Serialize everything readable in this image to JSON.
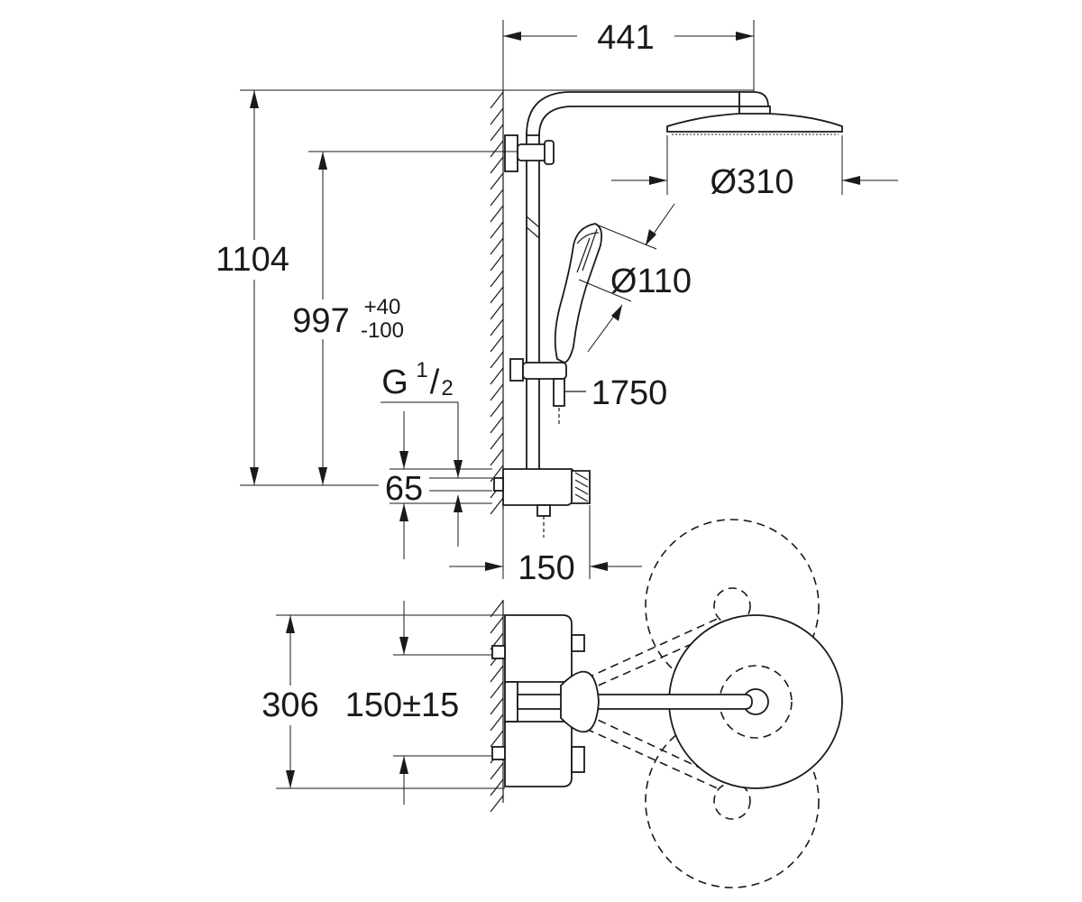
{
  "dimensions": {
    "width_441": "441",
    "head_diameter": "Ø310",
    "hand_diameter": "Ø110",
    "height_1104": "1104",
    "height_997": "997",
    "tol_plus": "+40",
    "tol_minus": "-100",
    "thread_g": "G",
    "thread_num": "1",
    "thread_slash": "/",
    "thread_den": "2",
    "hose_1750": "1750",
    "offset_65": "65",
    "depth_150": "150",
    "width_306": "306",
    "spacing_150": "150±15"
  },
  "icons": [
    "wall-hatch-icon",
    "shower-head-icon",
    "hand-shower-icon",
    "thermostat-icon"
  ]
}
